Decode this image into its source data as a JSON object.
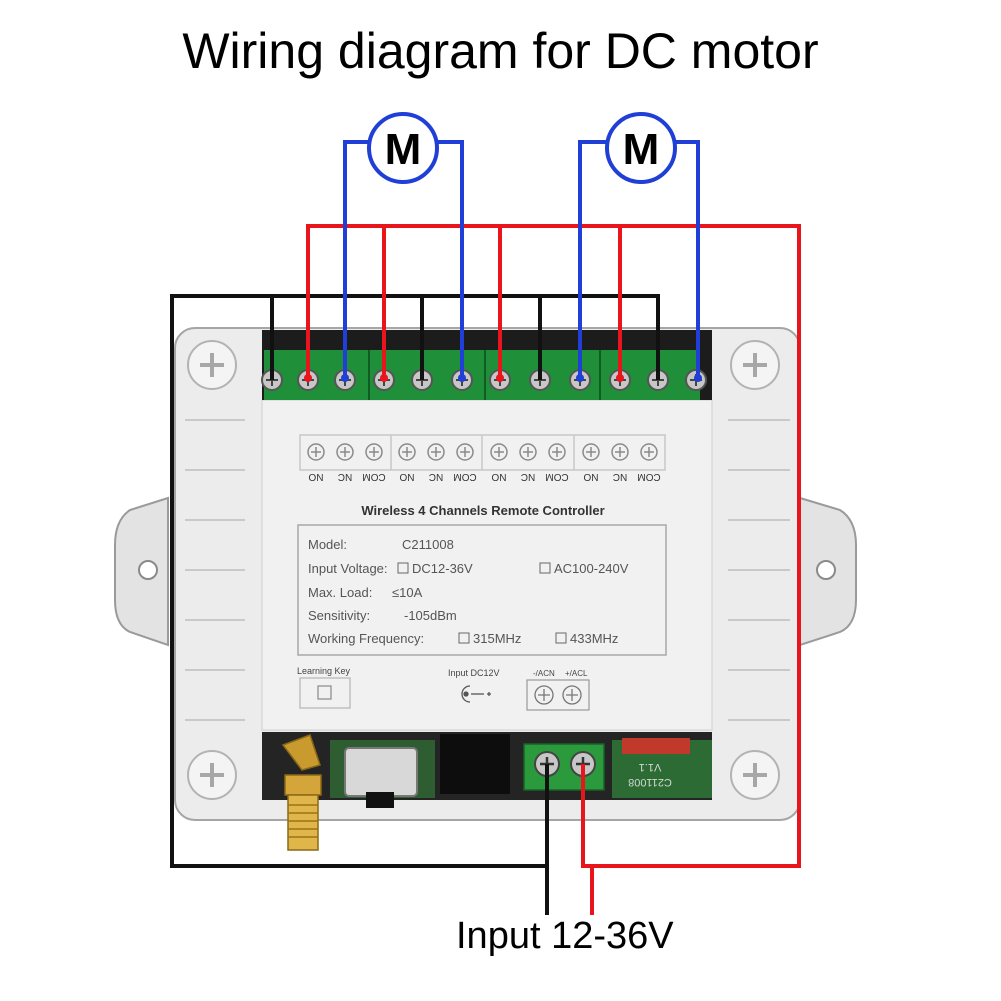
{
  "title": "Wiring diagram for DC motor",
  "input_label": "Input 12-36V",
  "motor_symbol": "M",
  "terminal_labels": [
    "NO",
    "NC",
    "COM",
    "NO",
    "NC",
    "COM",
    "NO",
    "NC",
    "COM",
    "NO",
    "NC",
    "COM"
  ],
  "panel": {
    "heading": "Wireless 4 Channels Remote Controller",
    "model_label": "Model:",
    "model_value": "C211008",
    "voltage_label": "Input Voltage:",
    "voltage_opt1": "DC12-36V",
    "voltage_opt2": "AC100-240V",
    "load_label": "Max. Load:",
    "load_value": "≤10A",
    "sens_label": "Sensitivity:",
    "sens_value": "-105dBm",
    "freq_label": "Working Frequency:",
    "freq_opt1": "315MHz",
    "freq_opt2": "433MHz",
    "learning_key": "Learning Key",
    "dc_input": "Input DC12V",
    "acn": "-/ACN",
    "acl": "+/ACL"
  },
  "pcb_code": "C211008",
  "pcb_rev": "V1.1",
  "colors": {
    "red": "#e8161c",
    "blue": "#1f3fd6",
    "black": "#111111",
    "terminal_green": "#1f8f3a",
    "case": "#e8e8e8"
  }
}
